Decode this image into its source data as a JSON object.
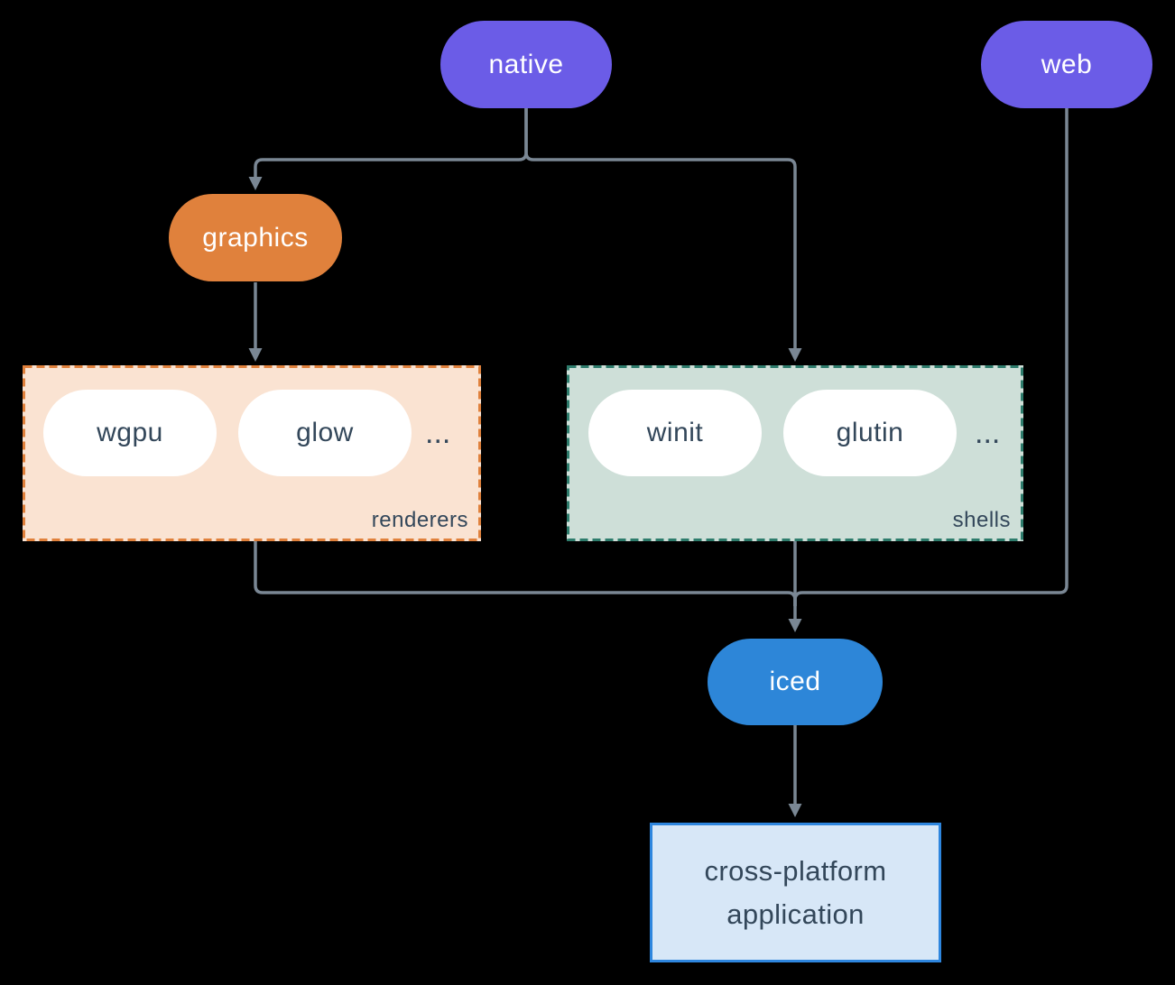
{
  "nodes": {
    "native": "native",
    "web": "web",
    "graphics": "graphics",
    "iced": "iced",
    "application_line1": "cross-platform",
    "application_line2": "application"
  },
  "renderers": {
    "label": "renderers",
    "items": [
      "wgpu",
      "glow"
    ],
    "more": "..."
  },
  "shells": {
    "label": "shells",
    "items": [
      "winit",
      "glutin"
    ],
    "more": "..."
  },
  "colors": {
    "background": "#000000",
    "platform_pill": "#6B5CE7",
    "graphics_pill": "#E0813C",
    "iced_pill": "#2D86D8",
    "renderers_fill": "#FAE3D2",
    "renderers_border": "#E0813C",
    "shells_fill": "#CEDFD8",
    "shells_border": "#2E7C6C",
    "application_fill": "#D7E7F7",
    "application_border": "#2E86DE",
    "connector": "#7A8794",
    "dark_text": "#33475A",
    "light_text": "#FFFFFF"
  }
}
